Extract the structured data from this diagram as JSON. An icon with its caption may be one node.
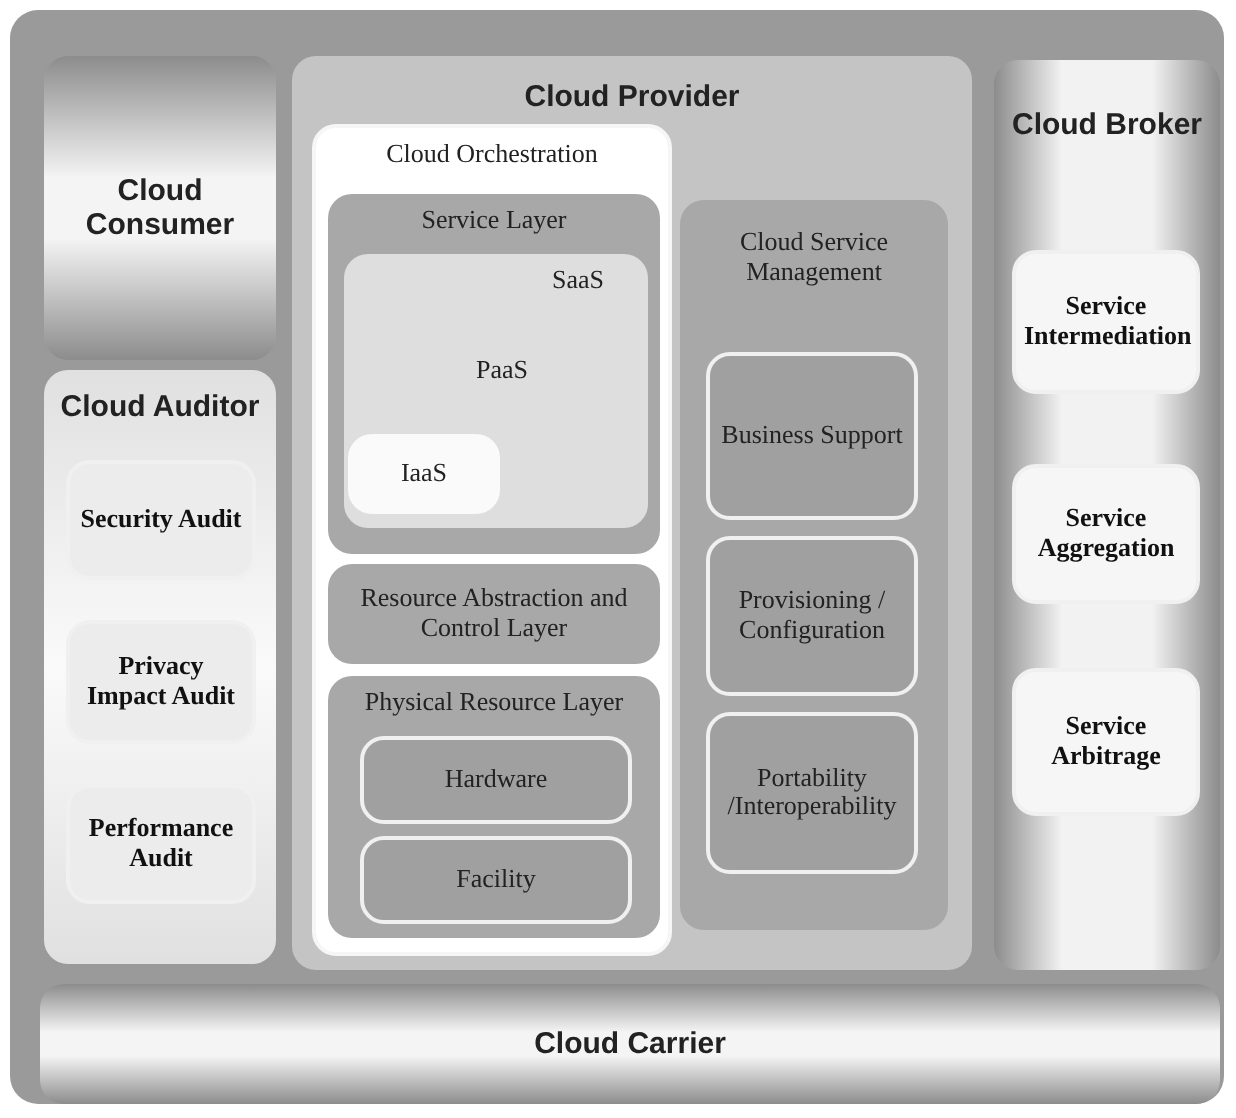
{
  "diagram": {
    "nodes": [
      {
        "text": [
          "Cloud Consumer"
        ]
      },
      {
        "text": [
          "Cloud Auditor"
        ]
      },
      {
        "text": [
          "Security Audit"
        ],
        "in": 1
      },
      {
        "text": [
          "Privacy Impact Audit"
        ],
        "in": 1
      },
      {
        "text": [
          "Performance Audit"
        ],
        "in": 1
      },
      {
        "text": [
          "Cloud Provider"
        ]
      },
      {
        "text": [
          "Cloud Orchestration"
        ],
        "in": 5
      },
      {
        "text": [
          "Service Layer"
        ],
        "in": 6
      },
      {
        "text": [
          "SaaS"
        ],
        "in": 7
      },
      {
        "text": [
          "PaaS"
        ],
        "in": 8
      },
      {
        "text": [
          "IaaS"
        ],
        "in": 9
      },
      {
        "text": [
          "Resource Abstraction and Control Layer"
        ],
        "in": 6
      },
      {
        "text": [
          "Physical Resource Layer"
        ],
        "in": 6
      },
      {
        "text": [
          "Hardware"
        ],
        "in": 12
      },
      {
        "text": [
          "Facility"
        ],
        "in": 12
      },
      {
        "text": [
          "Cloud Service Management"
        ],
        "in": 5
      },
      {
        "text": [
          "Business Support"
        ],
        "in": 15
      },
      {
        "text": [
          "Provisioning / Configuration"
        ],
        "in": 15
      },
      {
        "text": [
          "Portability /Interoperability"
        ],
        "in": 15
      },
      {
        "text": [
          "Cloud Broker"
        ]
      },
      {
        "text": [
          "Service Intermediation"
        ],
        "in": 19
      },
      {
        "text": [
          "Service Aggregation"
        ],
        "in": 19
      },
      {
        "text": [
          "Service Arbitrage"
        ],
        "in": 19
      },
      {
        "text": [
          "Cloud Carrier"
        ]
      }
    ]
  }
}
